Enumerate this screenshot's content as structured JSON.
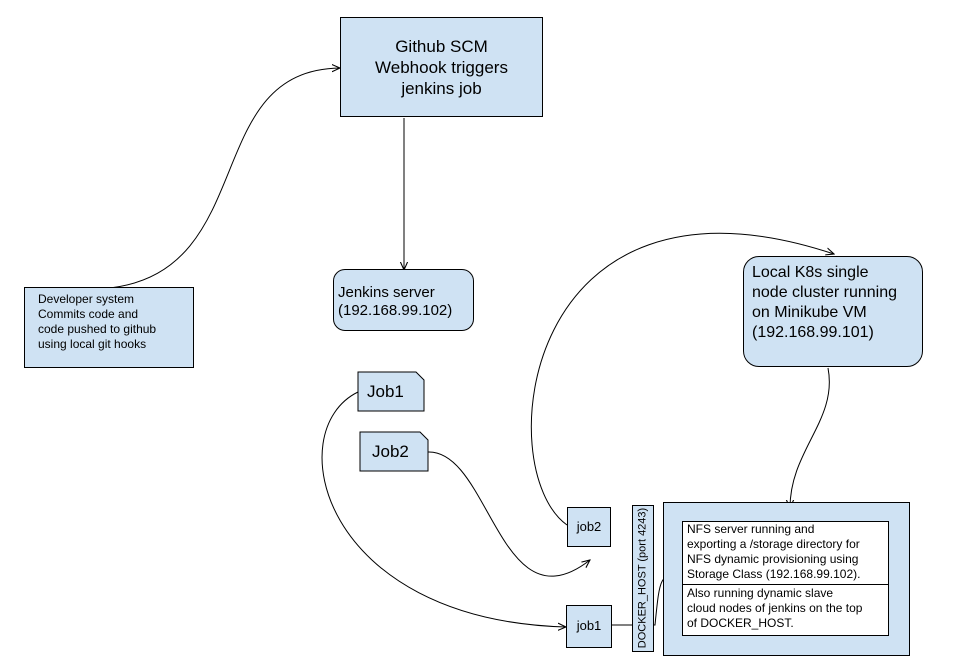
{
  "nodes": {
    "github": {
      "label": "Github SCM\nWebhook triggers\njenkins job"
    },
    "developer": {
      "label": "Developer system\nCommits code and\ncode pushed to github\nusing local git hooks"
    },
    "jenkins": {
      "label": "Jenkins server\n(192.168.99.102)"
    },
    "k8s": {
      "label": "Local K8s single\nnode cluster running\non Minikube VM\n(192.168.99.101)"
    },
    "job1_card": {
      "label": "Job1"
    },
    "job2_card": {
      "label": "Job2"
    },
    "job2_box": {
      "label": "job2"
    },
    "job1_box": {
      "label": "job1"
    },
    "docker_host": {
      "label": "DOCKER_HOST (port 4243)"
    },
    "nfs_server": {
      "label": "NFS server running and\nexporting a /storage directory for\nNFS dynamic provisioning using\nStorage Class (192.168.99.102)."
    },
    "nfs_slave": {
      "label": "Also running dynamic slave\ncloud nodes of jenkins on the top\nof DOCKER_HOST."
    }
  },
  "colors": {
    "fill": "#cfe2f3",
    "stroke": "#000000",
    "inner_fill": "#ffffff"
  }
}
